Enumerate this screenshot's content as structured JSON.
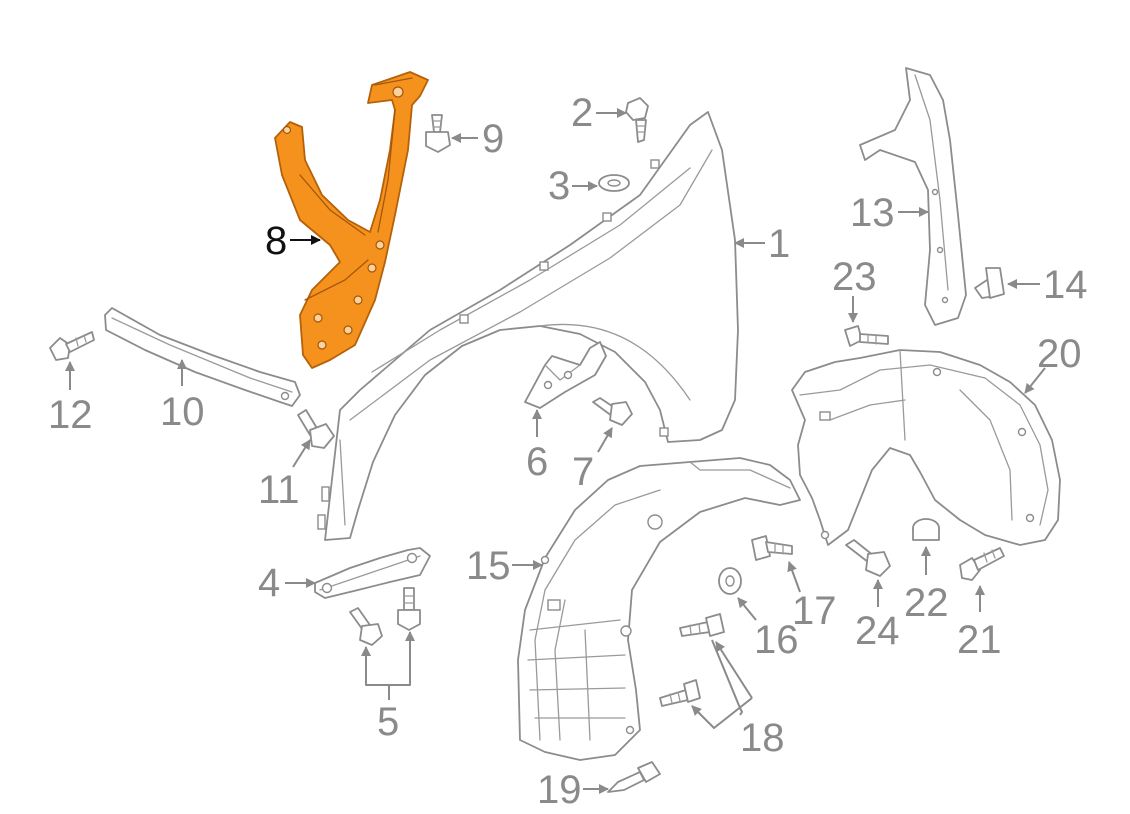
{
  "diagram": {
    "accent_color": "#f5921e",
    "highlighted_part": "8",
    "callouts": [
      {
        "id": "c1",
        "label": "1"
      },
      {
        "id": "c2",
        "label": "2"
      },
      {
        "id": "c3",
        "label": "3"
      },
      {
        "id": "c4",
        "label": "4"
      },
      {
        "id": "c5",
        "label": "5"
      },
      {
        "id": "c6",
        "label": "6"
      },
      {
        "id": "c7",
        "label": "7"
      },
      {
        "id": "c8",
        "label": "8"
      },
      {
        "id": "c9",
        "label": "9"
      },
      {
        "id": "c10",
        "label": "10"
      },
      {
        "id": "c11",
        "label": "11"
      },
      {
        "id": "c12",
        "label": "12"
      },
      {
        "id": "c13",
        "label": "13"
      },
      {
        "id": "c14",
        "label": "14"
      },
      {
        "id": "c15",
        "label": "15"
      },
      {
        "id": "c16",
        "label": "16"
      },
      {
        "id": "c17",
        "label": "17"
      },
      {
        "id": "c18",
        "label": "18"
      },
      {
        "id": "c19",
        "label": "19"
      },
      {
        "id": "c20",
        "label": "20"
      },
      {
        "id": "c21",
        "label": "21"
      },
      {
        "id": "c22",
        "label": "22"
      },
      {
        "id": "c23",
        "label": "23"
      },
      {
        "id": "c24",
        "label": "24"
      }
    ]
  }
}
